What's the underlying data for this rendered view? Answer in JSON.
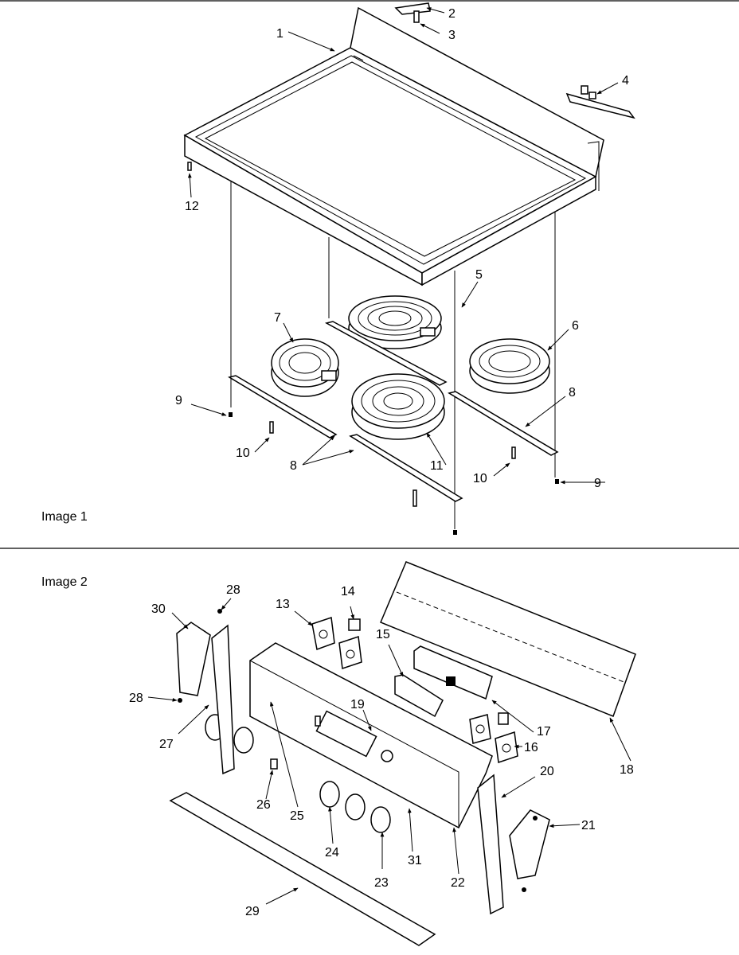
{
  "captions": {
    "image1": "Image 1",
    "image2": "Image 2"
  },
  "callouts": {
    "c1": "1",
    "c2": "2",
    "c3": "3",
    "c4": "4",
    "c5": "5",
    "c6": "6",
    "c7": "7",
    "c8a": "8",
    "c8b": "8",
    "c9a": "9",
    "c9b": "9",
    "c10a": "10",
    "c10b": "10",
    "c11": "11",
    "c12": "12",
    "c13": "13",
    "c14": "14",
    "c15": "15",
    "c16": "16",
    "c17": "17",
    "c18": "18",
    "c19": "19",
    "c20": "20",
    "c21": "21",
    "c22": "22",
    "c23": "23",
    "c24": "24",
    "c25": "25",
    "c26": "26",
    "c27": "27",
    "c28a": "28",
    "c28b": "28",
    "c29": "29",
    "c30": "30",
    "c31": "31"
  }
}
